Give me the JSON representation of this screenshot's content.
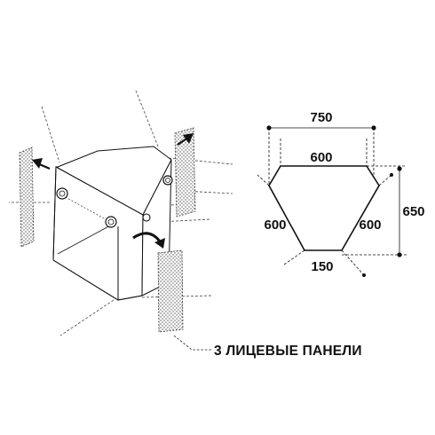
{
  "plan": {
    "width_overall": "750",
    "front_edge": "600",
    "left_side": "600",
    "right_side": "600",
    "back_edge": "150",
    "depth": "650"
  },
  "caption": "3 ЛИЦЕВЫЕ ПАНЕЛИ",
  "colors": {
    "line": "#111111",
    "dash": "#555555",
    "background": "#ffffff"
  }
}
